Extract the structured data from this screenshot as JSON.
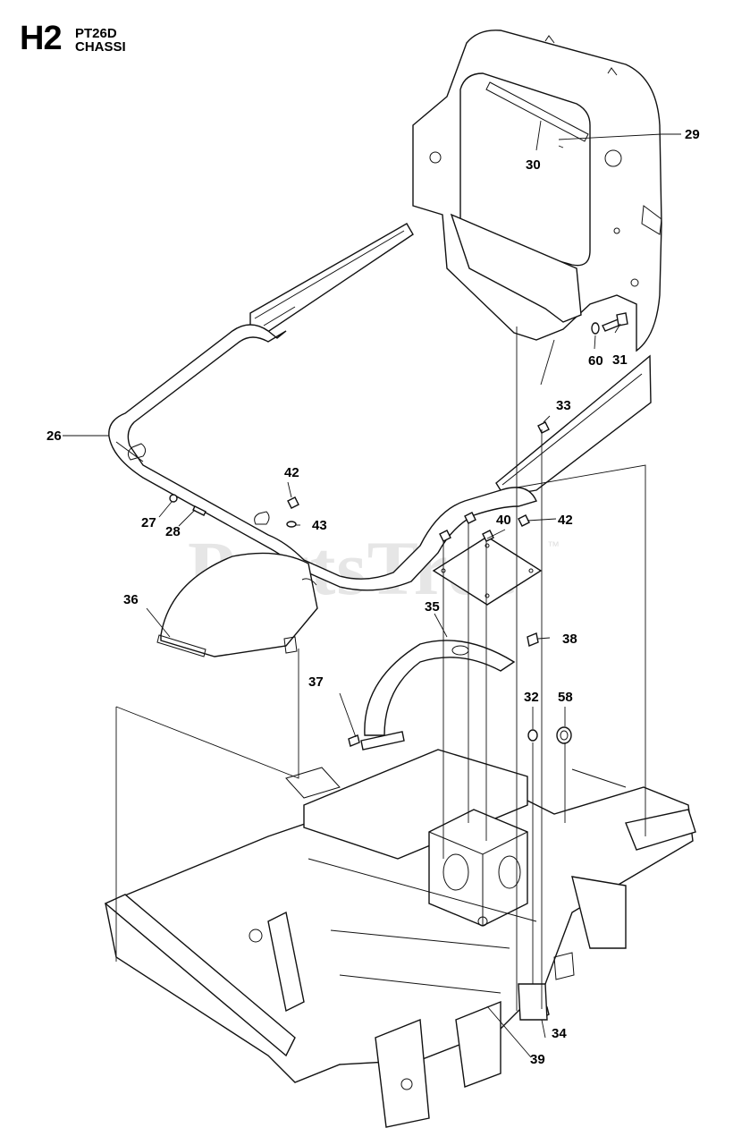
{
  "header": {
    "code": "H2",
    "model": "PT26D",
    "section": "CHASSI"
  },
  "watermark": {
    "text": "PartsTree",
    "tm": "™"
  },
  "callouts": [
    {
      "id": "26",
      "label": "26"
    },
    {
      "id": "27",
      "label": "27"
    },
    {
      "id": "28",
      "label": "28"
    },
    {
      "id": "29",
      "label": "29"
    },
    {
      "id": "30",
      "label": "30"
    },
    {
      "id": "31",
      "label": "31"
    },
    {
      "id": "32",
      "label": "32"
    },
    {
      "id": "33",
      "label": "33"
    },
    {
      "id": "34",
      "label": "34"
    },
    {
      "id": "35",
      "label": "35"
    },
    {
      "id": "36",
      "label": "36"
    },
    {
      "id": "37",
      "label": "37"
    },
    {
      "id": "38",
      "label": "38"
    },
    {
      "id": "39",
      "label": "39"
    },
    {
      "id": "40",
      "label": "40"
    },
    {
      "id": "42a",
      "label": "42"
    },
    {
      "id": "42b",
      "label": "42"
    },
    {
      "id": "43",
      "label": "43"
    },
    {
      "id": "58",
      "label": "58"
    },
    {
      "id": "60",
      "label": "60"
    }
  ]
}
